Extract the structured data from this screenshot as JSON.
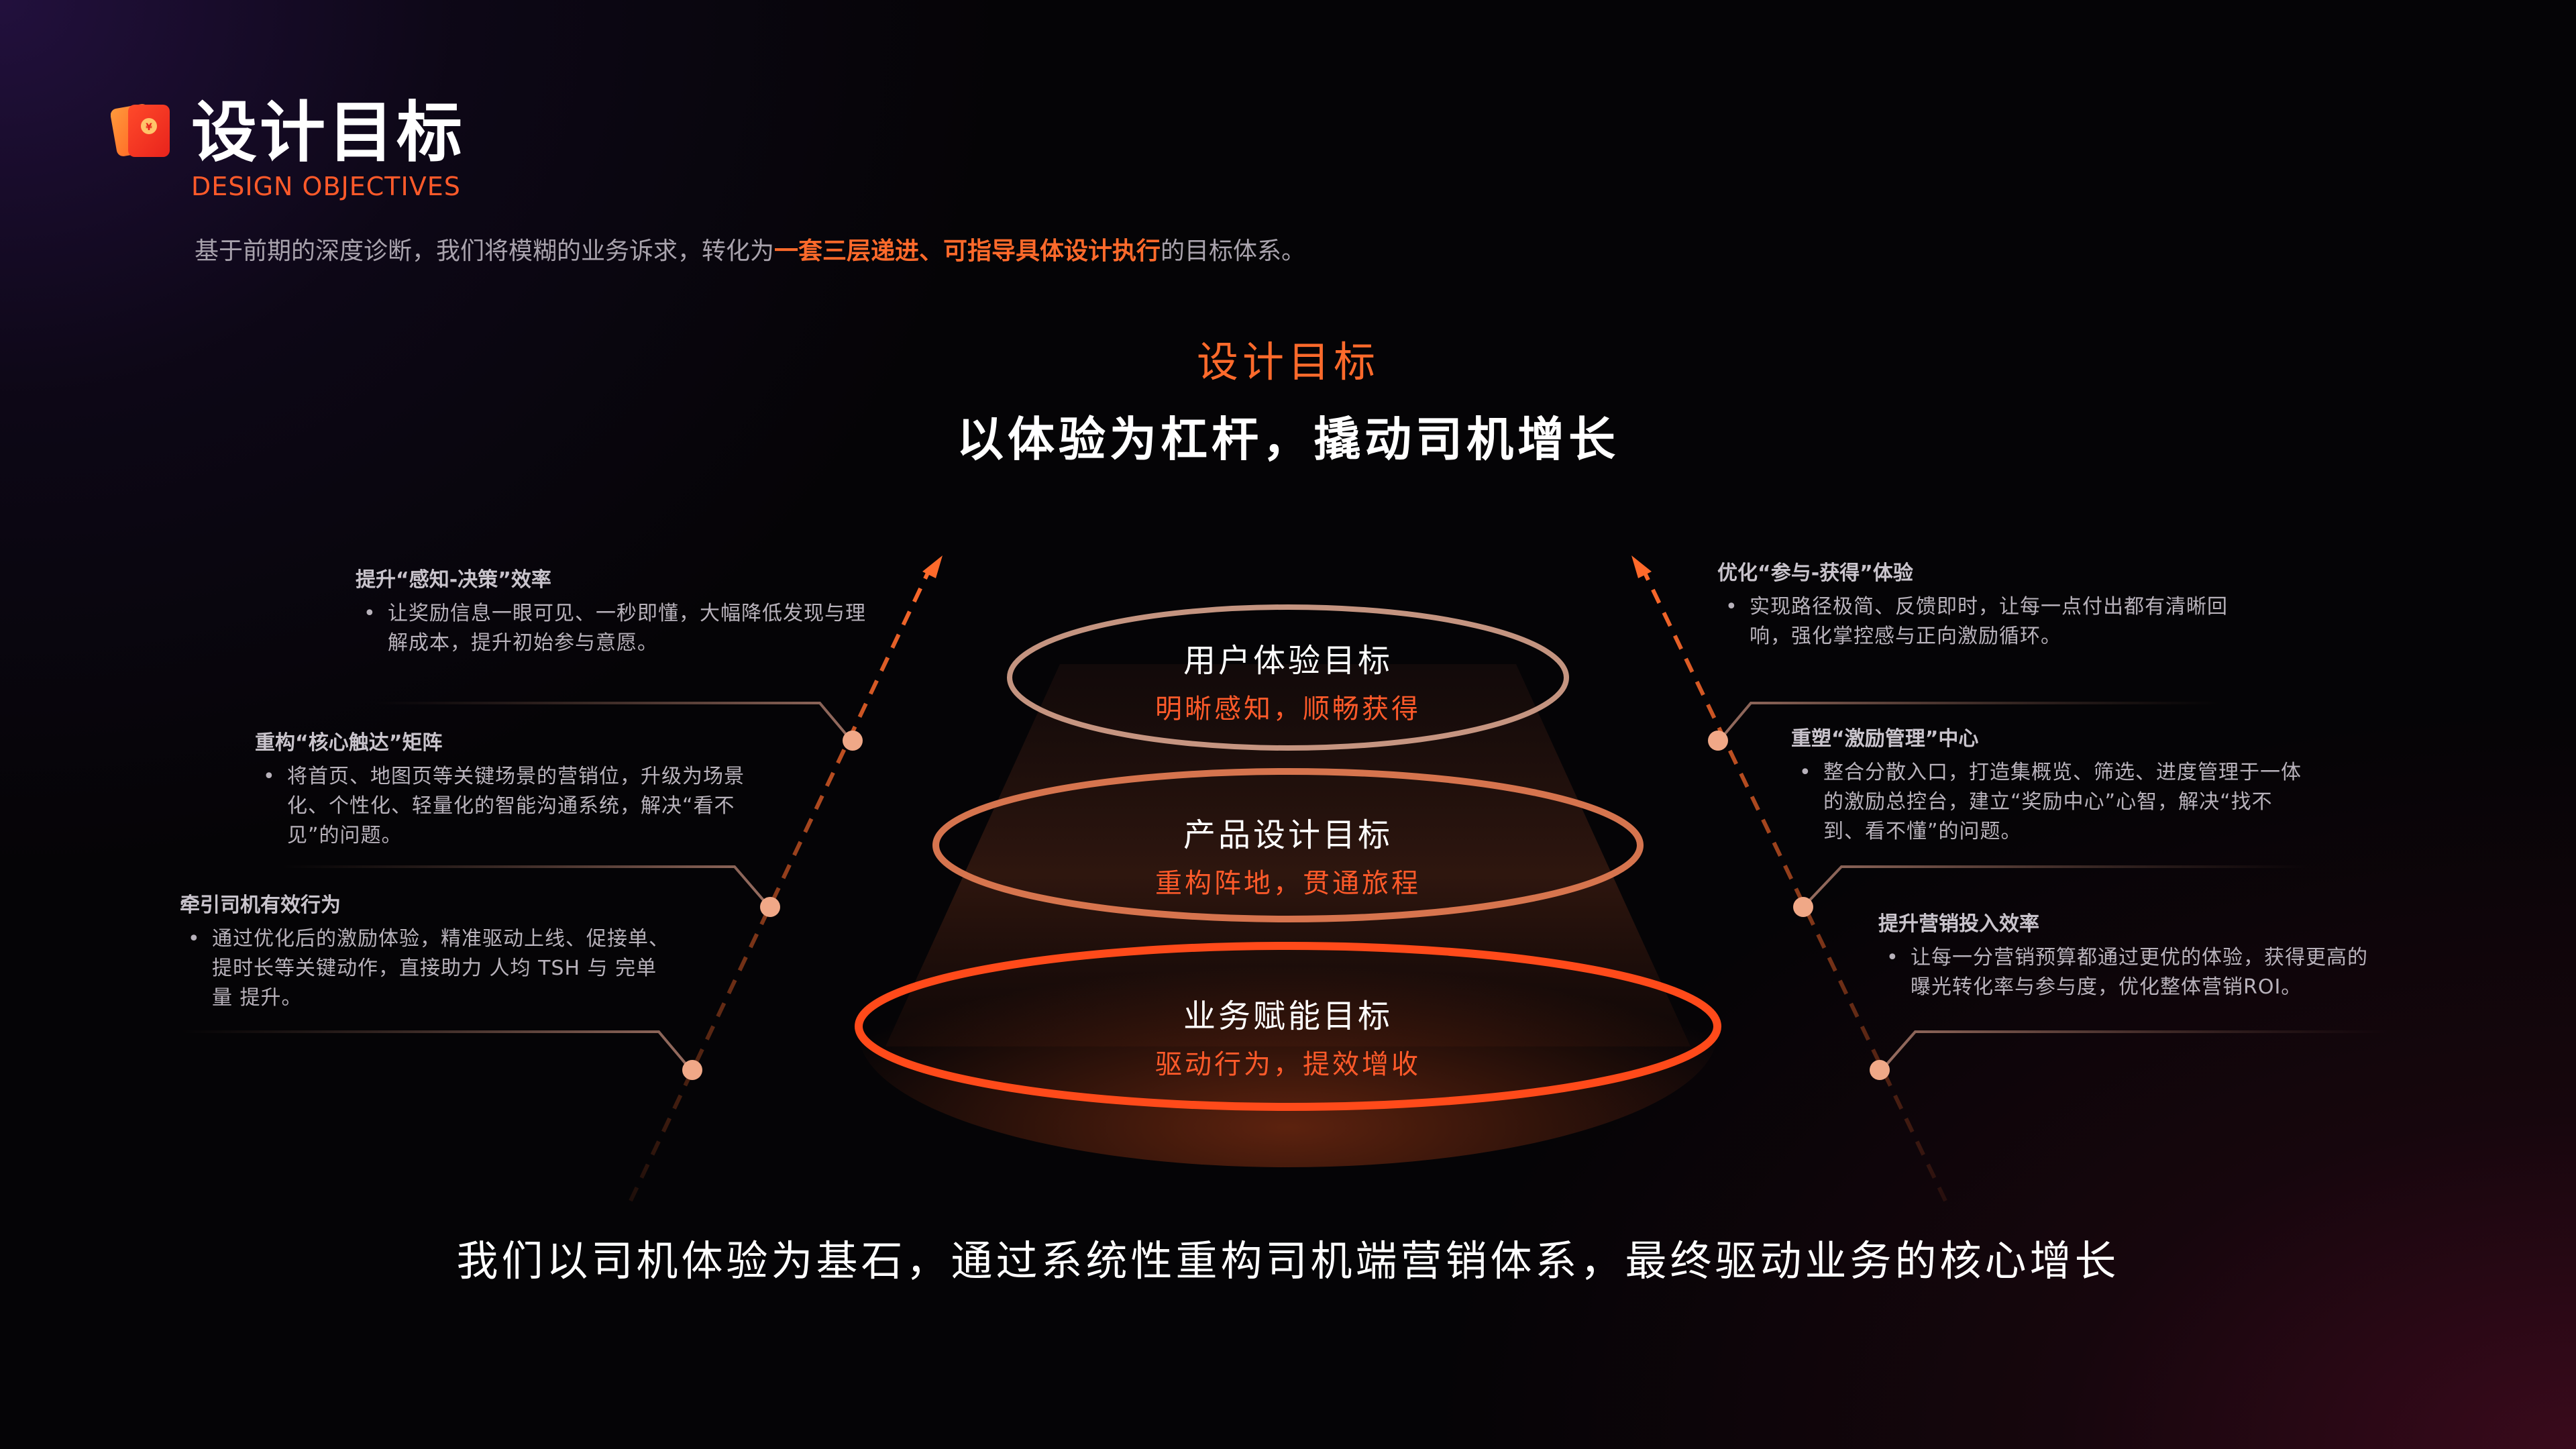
{
  "header": {
    "title": "设计目标",
    "subtitle": "DESIGN OBJECTIVES",
    "intro_before": "基于前期的深度诊断，我们将模糊的业务诉求，转化为",
    "intro_highlight": "一套三层递进、可指导具体设计执行",
    "intro_after": "的目标体系。"
  },
  "center": {
    "label": "设计目标",
    "title": "以体验为杠杆，撬动司机增长"
  },
  "layers": [
    {
      "title": "用户体验目标",
      "subtitle": "明晰感知，顺畅获得"
    },
    {
      "title": "产品设计目标",
      "subtitle": "重构阵地，贯通旅程"
    },
    {
      "title": "业务赋能目标",
      "subtitle": "驱动行为，提效增收"
    }
  ],
  "left_callouts": [
    {
      "title": "提升“感知-决策”效率",
      "bullet": "•",
      "desc": "让奖励信息一眼可见、一秒即懂，大幅降低发现与理解成本，提升初始参与意愿。"
    },
    {
      "title": "重构“核心触达”矩阵",
      "bullet": "•",
      "desc": "将首页、地图页等关键场景的营销位，升级为场景化、个性化、轻量化的智能沟通系统，解决“看不见”的问题。"
    },
    {
      "title": "牵引司机有效行为",
      "bullet": "•",
      "desc": "通过优化后的激励体验，精准驱动上线、促接单、提时长等关键动作，直接助力 人均 TSH 与 完单量 提升。"
    }
  ],
  "right_callouts": [
    {
      "title": "优化“参与-获得”体验",
      "bullet": "•",
      "desc": "实现路径极简、反馈即时，让每一点付出都有清晰回响，强化掌控感与正向激励循环。"
    },
    {
      "title": "重塑“激励管理”中心",
      "bullet": "•",
      "desc": "整合分散入口，打造集概览、筛选、进度管理于一体的激励总控台，建立“奖励中心”心智，解决“找不到、看不懂”的问题。"
    },
    {
      "title": "提升营销投入效率",
      "bullet": "•",
      "desc": "让每一分营销预算都通过更优的体验，获得更高的曝光转化率与参与度，优化整体营销ROI。"
    }
  ],
  "summary": "我们以司机体验为基石，通过系统性重构司机端营销体系，最终驱动业务的核心增长",
  "colors": {
    "accent": "#ff6a2b",
    "accent_deep": "#ff4a1a",
    "ring_light": "#e8b39c",
    "node": "#f0a887",
    "text_muted": "#b8b2bb"
  },
  "icons": {
    "logo": "red-envelope-icon"
  }
}
